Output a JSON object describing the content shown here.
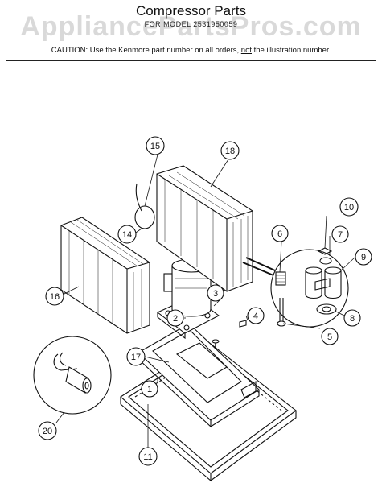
{
  "header": {
    "title": "Compressor Parts",
    "subtitle": "FOR MODEL 2531950059",
    "watermark": "AppliancePartsPros.com",
    "caution_prefix": "CAUTION:  Use the Kenmore part number on all orders, ",
    "caution_emphasis": "not",
    "caution_suffix": " the illustration number."
  },
  "callouts": [
    {
      "label": "1"
    },
    {
      "label": "2"
    },
    {
      "label": "3"
    },
    {
      "label": "4"
    },
    {
      "label": "5"
    },
    {
      "label": "6"
    },
    {
      "label": "7"
    },
    {
      "label": "8"
    },
    {
      "label": "9"
    },
    {
      "label": "10"
    },
    {
      "label": "11"
    },
    {
      "label": "14"
    },
    {
      "label": "15"
    },
    {
      "label": "16"
    },
    {
      "label": "17"
    },
    {
      "label": "18"
    },
    {
      "label": "20"
    }
  ]
}
